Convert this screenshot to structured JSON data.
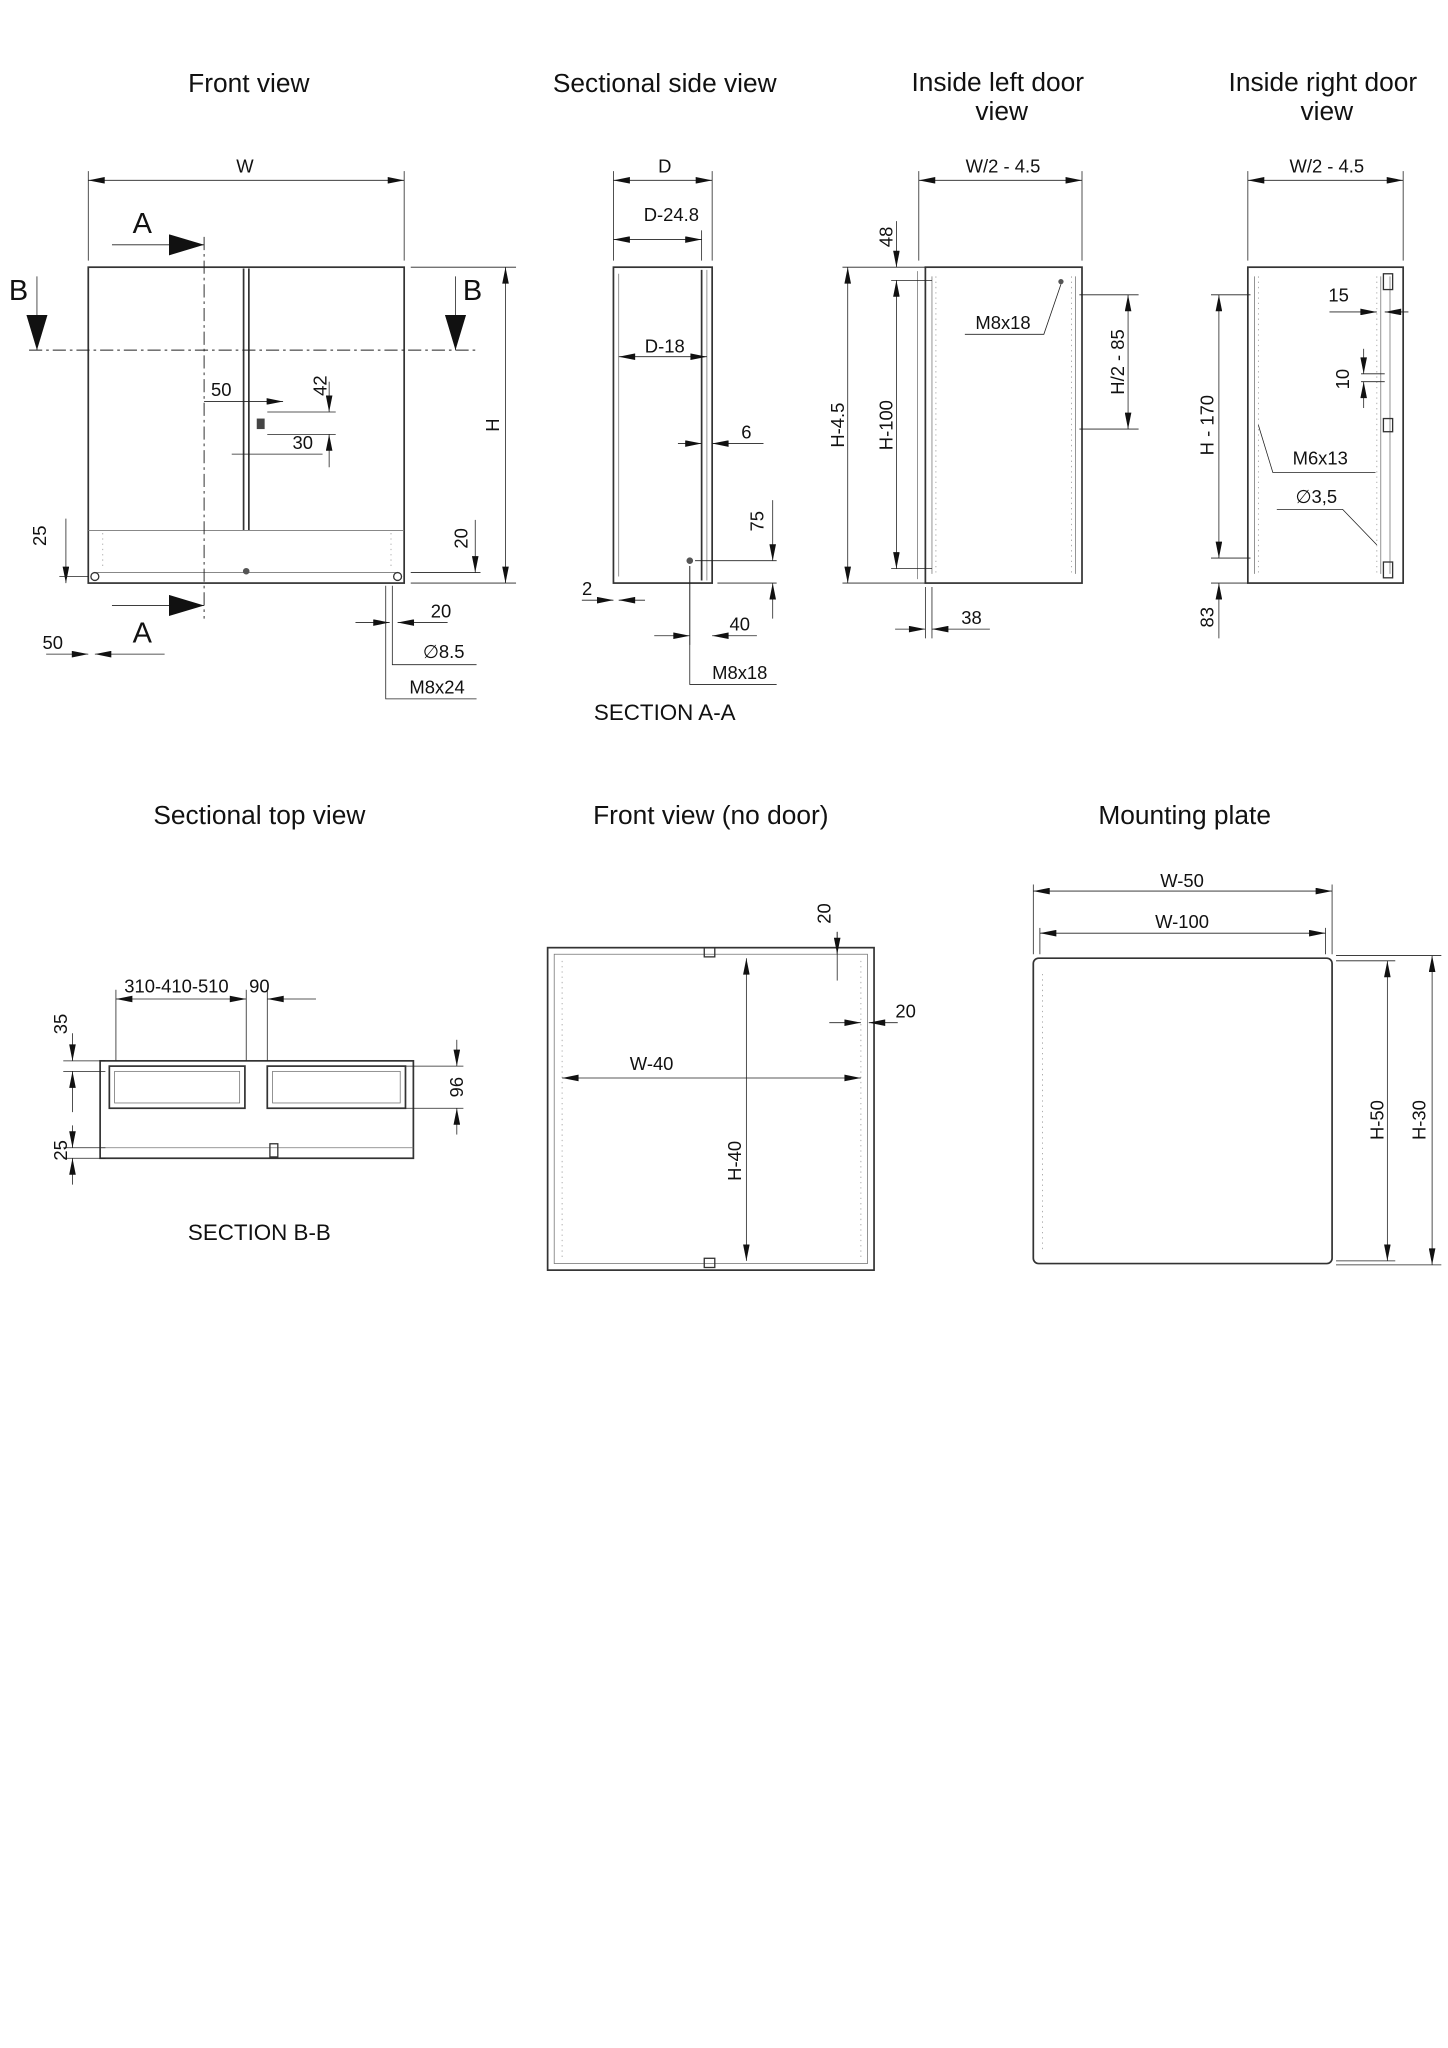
{
  "titles": {
    "front_view": "Front view",
    "sectional_side_view": "Sectional side view",
    "inside_left_door_line1": "Inside left door",
    "inside_left_door_line2": "view",
    "inside_right_door_line1": "Inside right door",
    "inside_right_door_line2": "view",
    "sectional_top_view": "Sectional top view",
    "front_view_no_door": "Front view (no door)",
    "mounting_plate": "Mounting plate"
  },
  "front_view": {
    "width": "W",
    "height": "H",
    "section_a": "A",
    "section_b": "B",
    "lock_offset_x": "50",
    "lock_height": "42",
    "lock_width": "30",
    "bottom_25": "25",
    "bottom_20": "20",
    "left_50": "50",
    "right_20": "20",
    "hole_diameter": "∅8.5",
    "bolt": "M8x24"
  },
  "side_view": {
    "depth": "D",
    "depth_minus": "D-24.8",
    "inner_depth": "D-18",
    "dim_6": "6",
    "dim_75": "75",
    "dim_2": "2",
    "dim_40": "40",
    "bolt": "M8x18",
    "caption": "SECTION A-A"
  },
  "left_door": {
    "width": "W/2 - 4.5",
    "dim_48": "48",
    "height": "H-4.5",
    "inner_height": "H-100",
    "bolt": "M8x18",
    "half_height": "H/2 - 85",
    "dim_38": "38"
  },
  "right_door": {
    "width": "W/2 - 4.5",
    "dim_15": "15",
    "dim_10": "10",
    "height": "H - 170",
    "screw": "M6x13",
    "hole": "∅3,5",
    "dim_83": "83"
  },
  "top_view": {
    "widths": "310-410-510",
    "dim_90": "90",
    "dim_35": "35",
    "dim_96": "96",
    "dim_25": "25",
    "caption": "SECTION B-B"
  },
  "no_door": {
    "width": "W-40",
    "height": "H-40",
    "top_20": "20",
    "side_20": "20"
  },
  "plate": {
    "outer_width": "W-50",
    "inner_width": "W-100",
    "inner_height": "H-50",
    "outer_height": "H-30"
  }
}
